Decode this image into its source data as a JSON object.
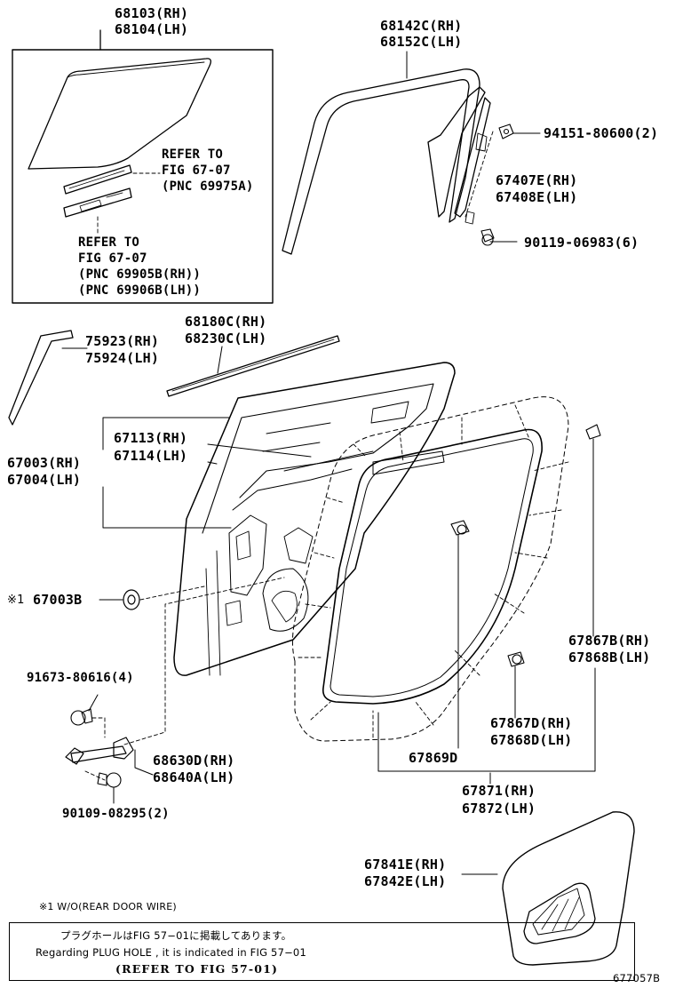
{
  "labels": {
    "glass_rh": "68103(RH)",
    "glass_lh": "68104(LH)",
    "ref1_a": "REFER TO",
    "ref1_b": "FIG 67-07",
    "ref1_c": "(PNC 69975A)",
    "ref2_a": "REFER TO",
    "ref2_b": "FIG 67-07",
    "ref2_c": "(PNC 69905B(RH))",
    "ref2_d": "(PNC 69906B(LH))",
    "run_rh": "68142C(RH)",
    "run_lh": "68152C(LH)",
    "bolt1": "94151-80600(2)",
    "frame_rh": "67407E(RH)",
    "frame_lh": "67408E(LH)",
    "bolt2": "90119-06983(6)",
    "weather_rh": "68180C(RH)",
    "weather_lh": "68230C(LH)",
    "garnish_rh": "75923(RH)",
    "garnish_lh": "75924(LH)",
    "panel_rh": "67113(RH)",
    "panel_lh": "67114(LH)",
    "door_rh": "67003(RH)",
    "door_lh": "67004(LH)",
    "plug_mark": "※1",
    "plug": "67003B",
    "bolt3": "91673-80616(4)",
    "check_rh": "68630D(RH)",
    "check_lh": "68640A(LH)",
    "bolt4": "90109-08295(2)",
    "seal_b_rh": "67867B(RH)",
    "seal_b_lh": "67868B(LH)",
    "seal_d_rh": "67867D(RH)",
    "seal_d_lh": "67868D(LH)",
    "clip": "67869D",
    "ws_rh": "67871(RH)",
    "ws_lh": "67872(LH)",
    "cover_rh": "67841E(RH)",
    "cover_lh": "67842E(LH)",
    "footnote": "※1 W/O(REAR DOOR WIRE)",
    "box_jp": "プラグホールはFIG 57−01に掲載してあります。",
    "box_en": "Regarding  PLUG  HOLE , it is indicated in  FIG  57−01",
    "box_ref": "(REFER TO FIG 57-01)",
    "drawing_no": "677057B"
  }
}
